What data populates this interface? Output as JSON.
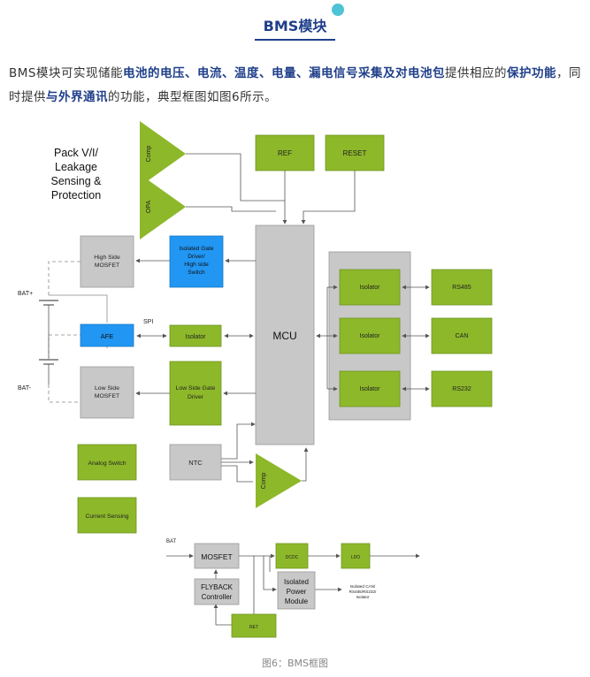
{
  "title": "BMS模块",
  "intro": {
    "p1": "BMS模块可实现储能",
    "b1": "电池的电压、电流、温度、电量、漏电信号采集及对电池包",
    "p2": "提供相应的",
    "b2": "保护功能",
    "p3": "，同时提供",
    "b3": "与外界通讯",
    "p4": "的功能，典型框图如图6所示。"
  },
  "diagram": {
    "pack_label": [
      "Pack V/I/",
      "Leakage",
      "Sensing &",
      "Protection"
    ],
    "comp_top": "Comp",
    "opa": "OPA",
    "ref": "REF",
    "reset": "RESET",
    "high_side_mosfet": [
      "High Side",
      "MOSFET"
    ],
    "isolated_gate_driver": [
      "Isolated Gate",
      "Driver/",
      "High side",
      "Switch"
    ],
    "bat_plus": "BAT+",
    "bat_minus": "BAT-",
    "spi": "SPI",
    "afe": "AFE",
    "isolator": "Isolator",
    "mcu": "MCU",
    "low_side_mosfet": [
      "Low Side",
      "MOSFET"
    ],
    "low_side_gate_driver": [
      "Low Side Gate",
      "Driver"
    ],
    "ntc": "NTC",
    "comp_bottom": "Comp",
    "analog_switch": "Analog Switch",
    "current_sensing": "Current Sensing",
    "iso1": "Isolator",
    "iso2": "Isolator",
    "iso3": "Isolator",
    "rs485": "RS485",
    "can": "CAN",
    "rs232": "RS232",
    "bat": "BAT",
    "mosfet": "MOSFET",
    "dcdc": "DCDC",
    "ldo": "LDO",
    "flyback": [
      "FLYBACK",
      "Controller"
    ],
    "isolated_power": [
      "Isolated",
      "Power",
      "Module"
    ],
    "ret": "RET",
    "iso_out": [
      "Isolated CAN/",
      "RS485/RS232/",
      "Isolator"
    ]
  },
  "caption": "图6：BMS框图",
  "colors": {
    "green": "#8db82a",
    "blue": "#2196f3",
    "grey": "#c8c8c8",
    "title": "#1f3f8a"
  }
}
